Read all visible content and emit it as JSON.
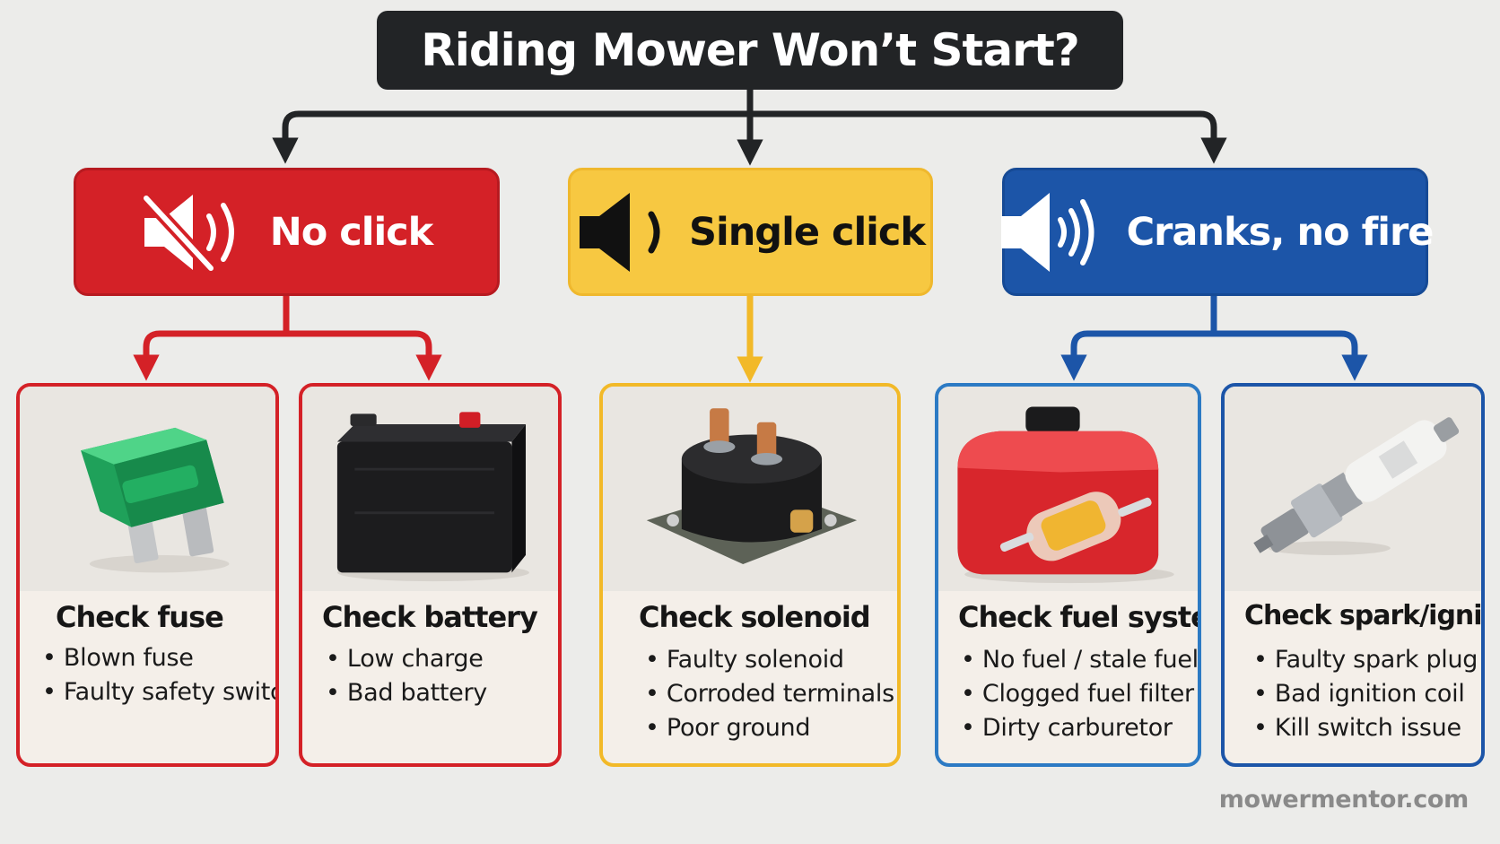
{
  "title": "Riding Mower Won’t Start?",
  "colors": {
    "red": "#d42127",
    "yellow": "#f7c841",
    "blue": "#1c55a8",
    "title_bg": "#222426",
    "connector": "#222426"
  },
  "categories": [
    {
      "label": "No click",
      "icon": "speaker-muted-icon"
    },
    {
      "label": "Single click",
      "icon": "speaker-low-icon"
    },
    {
      "label": "Cranks, no fire",
      "icon": "speaker-loud-icon"
    }
  ],
  "checks": [
    {
      "title": "Check fuse",
      "image": "fuse-image",
      "items": [
        "Blown fuse",
        "Faulty safety switch"
      ]
    },
    {
      "title": "Check battery",
      "image": "battery-image",
      "items": [
        "Low charge",
        "Bad battery"
      ]
    },
    {
      "title": "Check solenoid",
      "image": "solenoid-image",
      "items": [
        "Faulty solenoid",
        "Corroded terminals",
        "Poor ground"
      ]
    },
    {
      "title": "Check fuel system",
      "image": "fuel-tank-filter-image",
      "items": [
        "No fuel / stale fuel",
        "Clogged fuel filter",
        "Dirty carburetor"
      ]
    },
    {
      "title": "Check spark/ignition",
      "image": "spark-plug-image",
      "items": [
        "Faulty spark plug",
        "Bad ignition coil",
        "Kill switch issue"
      ]
    }
  ],
  "footer": {
    "site": "mowermentor.com"
  }
}
